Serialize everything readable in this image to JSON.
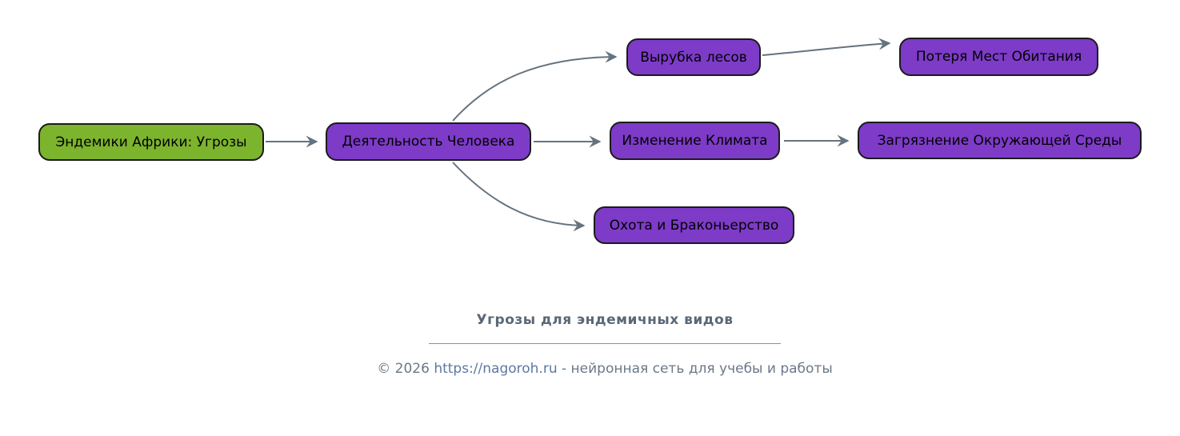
{
  "diagram": {
    "nodes": [
      {
        "id": "root",
        "label": "Эндемики Африки: Угрозы",
        "fill": "#7cb42e"
      },
      {
        "id": "human-activity",
        "label": "Деятельность Человека",
        "fill": "#7d3bc8"
      },
      {
        "id": "deforestation",
        "label": "Вырубка лесов",
        "fill": "#7d3bc8"
      },
      {
        "id": "habitat-loss",
        "label": "Потеря Мест Обитания",
        "fill": "#7d3bc8"
      },
      {
        "id": "climate-change",
        "label": "Изменение Климата",
        "fill": "#7d3bc8"
      },
      {
        "id": "pollution",
        "label": "Загрязнение Окружающей Среды",
        "fill": "#7d3bc8"
      },
      {
        "id": "hunting",
        "label": "Охота и Браконьерство",
        "fill": "#7d3bc8"
      }
    ],
    "edges": [
      {
        "from": "Эндемики Африки: Угрозы",
        "to": "Деятельность Человека"
      },
      {
        "from": "Деятельность Человека",
        "to": "Вырубка лесов"
      },
      {
        "from": "Деятельность Человека",
        "to": "Изменение Климата"
      },
      {
        "from": "Деятельность Человека",
        "to": "Охота и Браконьерство"
      },
      {
        "from": "Вырубка лесов",
        "to": "Потеря Мест Обитания"
      },
      {
        "from": "Изменение Климата",
        "to": "Загрязнение Окружающей Среды"
      }
    ],
    "colors": {
      "root_fill": "#7cb42e",
      "branch_fill": "#7d3bc8",
      "node_border": "#1b1b1b",
      "edge_stroke": "#64737f",
      "node_text": "#000000"
    }
  },
  "caption": {
    "title": "Угрозы для эндемичных видов"
  },
  "footer": {
    "copyright": "© 2026",
    "url": "https://nagoroh.ru",
    "tagline": "- нейронная сеть для учебы и работы"
  }
}
